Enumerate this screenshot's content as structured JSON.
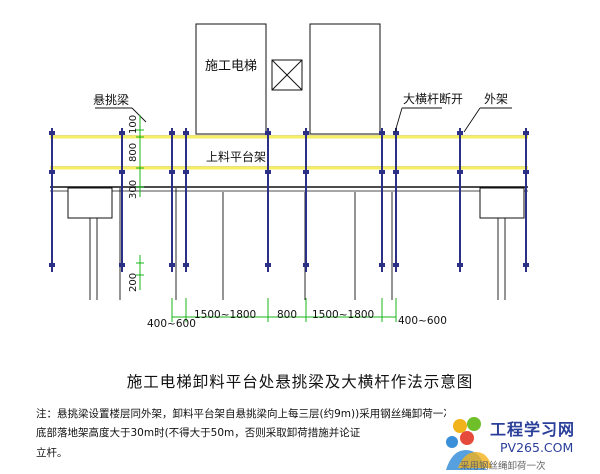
{
  "diagram": {
    "labels": {
      "elevator": "施工电梯",
      "cantilever_beam": "悬挑梁",
      "platform": "上料平台架",
      "ledger_break": "大横杆断开",
      "outer_frame": "外架"
    },
    "left_dims": [
      "100",
      "800",
      "300",
      "200"
    ],
    "bottom_dims": [
      "400~600",
      "1500~1800",
      "800",
      "1500~1800",
      "400~600"
    ],
    "colors": {
      "pole": "#2b2f86",
      "ledger": "#f4ef64",
      "dimension": "#19b419",
      "line": "#111111"
    }
  },
  "caption": "施工电梯卸料平台处悬挑梁及大横杆作法示意图",
  "notes": [
    "注：悬挑梁设置楼层同外架，卸料平台架自悬挑梁向上每三层(约9m))采用钢丝绳卸荷一次",
    "底部落地架高度大于30m时(不得大于50m，否则采取卸荷措施并论证",
    "立杆。"
  ],
  "watermark": {
    "title": "工程学习网",
    "site": "PV265.COM",
    "overlay": "采用钢丝绳卸荷一次"
  }
}
